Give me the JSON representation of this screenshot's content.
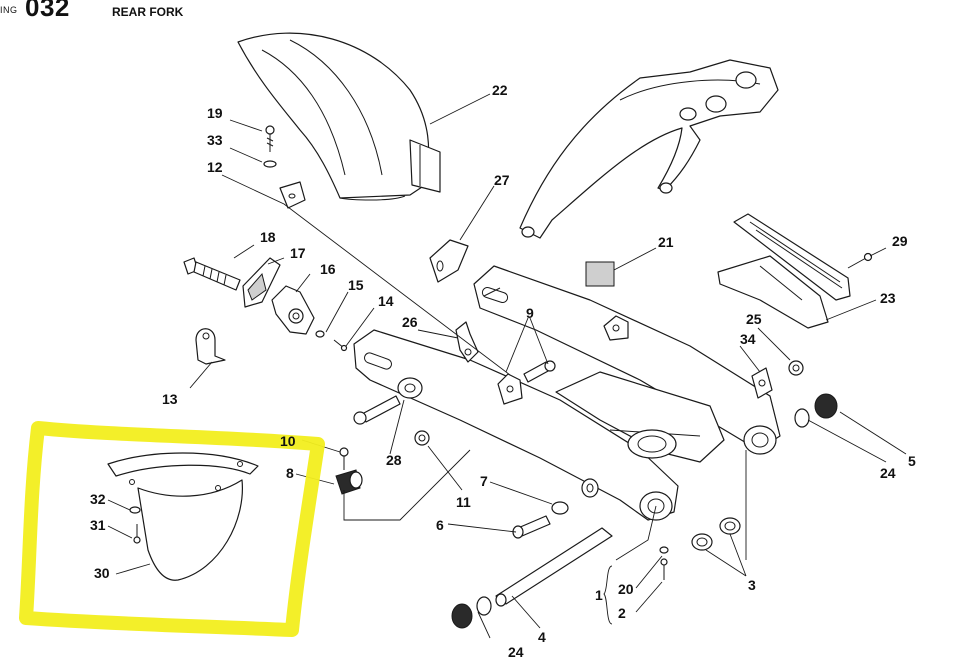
{
  "header": {
    "prefix": "ING",
    "number": "032",
    "title": "REAR FORK"
  },
  "highlight_color": "#f2ee1e",
  "callouts": [
    {
      "id": "c1",
      "label": "1"
    },
    {
      "id": "c2",
      "label": "2"
    },
    {
      "id": "c3",
      "label": "3"
    },
    {
      "id": "c4",
      "label": "4"
    },
    {
      "id": "c5",
      "label": "5"
    },
    {
      "id": "c6",
      "label": "6"
    },
    {
      "id": "c7",
      "label": "7"
    },
    {
      "id": "c8",
      "label": "8"
    },
    {
      "id": "c9",
      "label": "9"
    },
    {
      "id": "c10",
      "label": "10"
    },
    {
      "id": "c11",
      "label": "11"
    },
    {
      "id": "c12",
      "label": "12"
    },
    {
      "id": "c13",
      "label": "13"
    },
    {
      "id": "c14",
      "label": "14"
    },
    {
      "id": "c15",
      "label": "15"
    },
    {
      "id": "c16",
      "label": "16"
    },
    {
      "id": "c17",
      "label": "17"
    },
    {
      "id": "c18",
      "label": "18"
    },
    {
      "id": "c19",
      "label": "19"
    },
    {
      "id": "c20",
      "label": "20"
    },
    {
      "id": "c21",
      "label": "21"
    },
    {
      "id": "c22",
      "label": "22"
    },
    {
      "id": "c23",
      "label": "23"
    },
    {
      "id": "c24a",
      "label": "24"
    },
    {
      "id": "c24b",
      "label": "24"
    },
    {
      "id": "c25",
      "label": "25"
    },
    {
      "id": "c26",
      "label": "26"
    },
    {
      "id": "c27",
      "label": "27"
    },
    {
      "id": "c28",
      "label": "28"
    },
    {
      "id": "c29",
      "label": "29"
    },
    {
      "id": "c30",
      "label": "30"
    },
    {
      "id": "c31",
      "label": "31"
    },
    {
      "id": "c32",
      "label": "32"
    },
    {
      "id": "c33",
      "label": "33"
    },
    {
      "id": "c34",
      "label": "34"
    }
  ]
}
